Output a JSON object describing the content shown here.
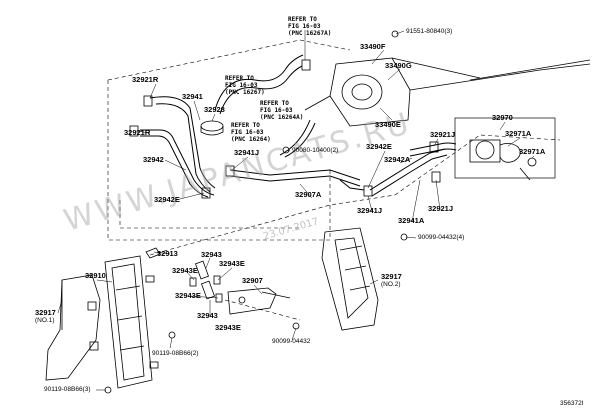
{
  "watermark": "WWW.JAPANCATS.RU",
  "watermark_date": "23.07.2017",
  "figure_code": "356372I",
  "refer_notes": [
    {
      "line1": "REFER TO",
      "line2": "FIG 16-03",
      "line3": "(PNC 16267A)"
    },
    {
      "line1": "REFER TO",
      "line2": "FIG 16-03",
      "line3": "(PNC 16267)"
    },
    {
      "line1": "REFER TO",
      "line2": "FIG 16-03",
      "line3": "(PNC 16264A)"
    },
    {
      "line1": "REFER TO",
      "line2": "FIG 16-03",
      "line3": "(PNC 16264)"
    }
  ],
  "part_labels": {
    "p91551": "91551-80840(3)",
    "p33490F": "33490F",
    "p33490G": "33490G",
    "p33490E": "33490E",
    "p32921R_a": "32921R",
    "p32921R_b": "32921R",
    "p32941": "32941",
    "p32928": "32928",
    "p32942": "32942",
    "p32941J_a": "32941J",
    "p90080": "90080-10400(2)",
    "p32907A": "32907A",
    "p32942E_a": "32942E",
    "p32942E_b": "32942E",
    "p32942A": "32942A",
    "p32921J_a": "32921J",
    "p32921J_b": "32921J",
    "p32941J_b": "32941J",
    "p32941A": "32941A",
    "p32970": "32970",
    "p32971A_a": "32971A",
    "p32971A_b": "32971A",
    "p32913": "32913",
    "p32943": "32943",
    "p32943E_a": "32943E",
    "p32943E_b": "32943E",
    "p32943E_c": "32943E",
    "p32910": "32910",
    "p32907": "32907",
    "p32943b": "32943",
    "p90099a": "90099-04432(4)",
    "p32917b": "32917",
    "p32917b_note": "(NO.2)",
    "p32917a": "32917",
    "p32917a_note": "(NO.1)",
    "p90119a": "90119-08B66(2)",
    "p90099b": "90099-04432",
    "p90119b": "90119-08B66(3)"
  }
}
